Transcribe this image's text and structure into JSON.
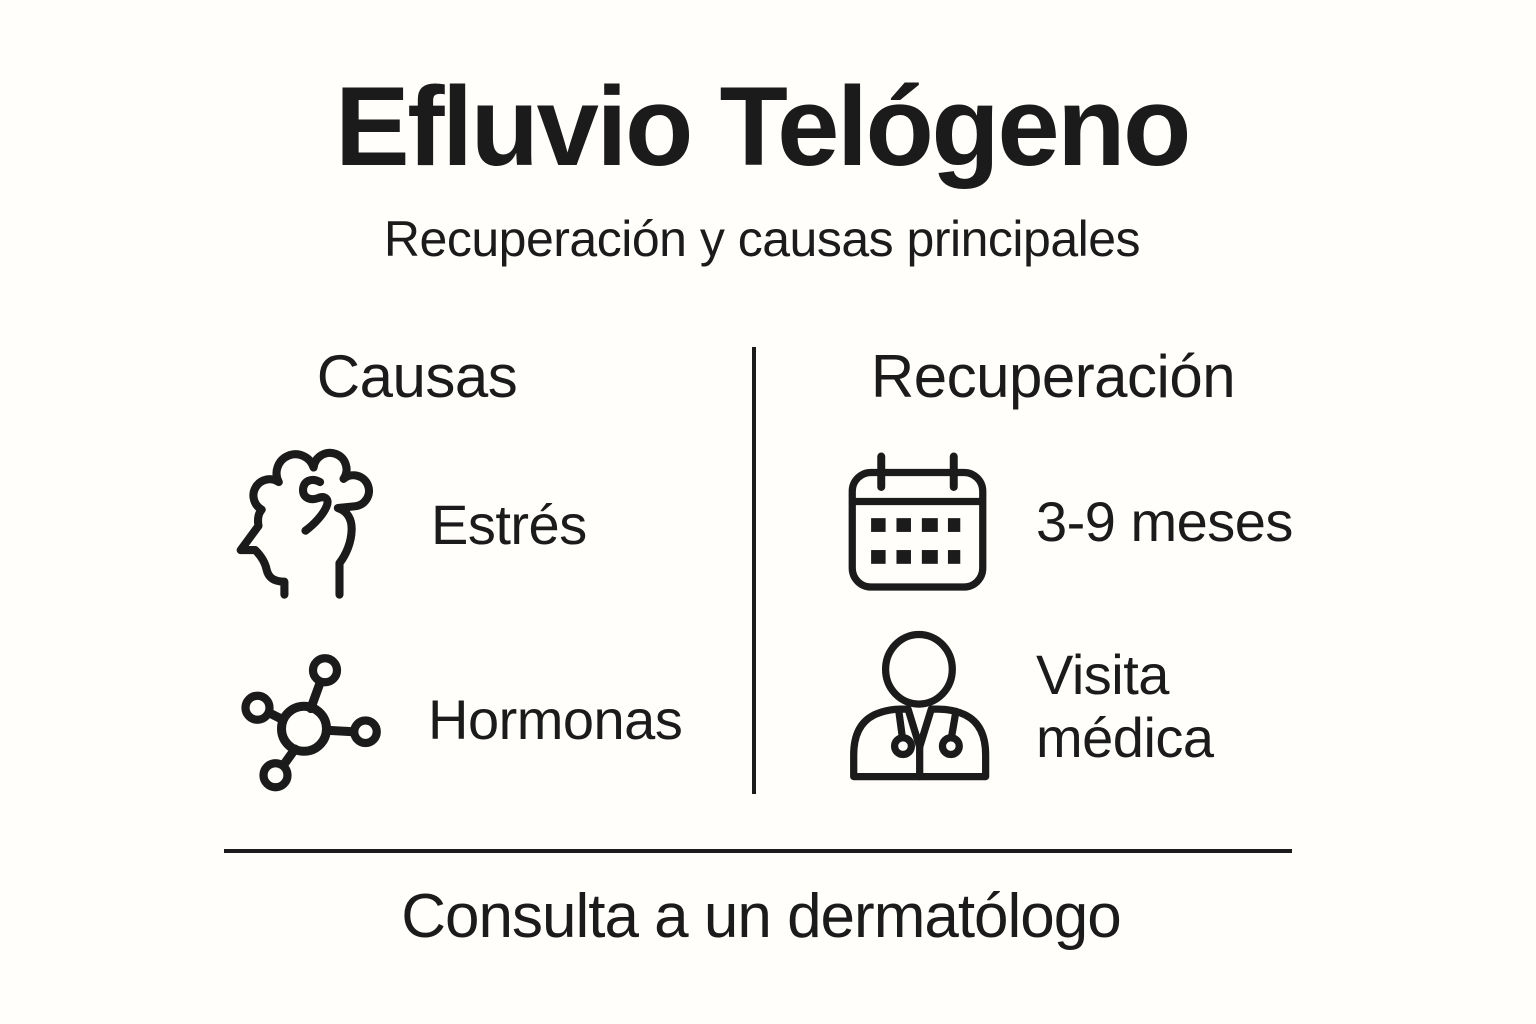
{
  "title": "Efluvio Telógeno",
  "subtitle": "Recuperación y causas principales",
  "causes": {
    "heading": "Causas",
    "items": [
      {
        "icon": "stressed-head-icon",
        "label": "Estrés"
      },
      {
        "icon": "hormones-molecule-icon",
        "label": "Hormonas"
      }
    ]
  },
  "recovery": {
    "heading": "Recuperación",
    "items": [
      {
        "icon": "calendar-icon",
        "label": "3-9 meses"
      },
      {
        "icon": "doctor-icon",
        "label": "Visita médica"
      }
    ]
  },
  "footer": "Consulta a un dermatólogo",
  "colors": {
    "background": "#FFFEFA",
    "ink": "#1B1B1B"
  }
}
